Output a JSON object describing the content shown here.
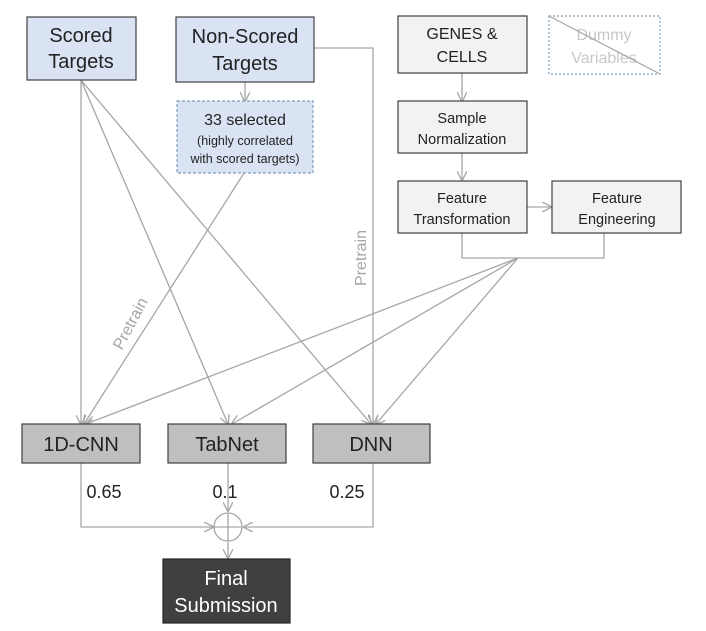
{
  "nodes": {
    "scored_targets": {
      "line1": "Scored",
      "line2": "Targets"
    },
    "nonscored_targets": {
      "line1": "Non-Scored",
      "line2": "Targets"
    },
    "selected": {
      "line1": "33 selected",
      "line2": "(highly correlated",
      "line3": "with scored targets)"
    },
    "genes_cells": {
      "line1": "GENES &",
      "line2": "CELLS"
    },
    "dummy": {
      "line1": "Dummy",
      "line2": "Variables"
    },
    "sample_norm": {
      "line1": "Sample",
      "line2": "Normalization"
    },
    "feat_transform": {
      "line1": "Feature",
      "line2": "Transformation"
    },
    "feat_engineering": {
      "line1": "Feature",
      "line2": "Engineering"
    },
    "cnn": {
      "label": "1D-CNN",
      "weight": "0.65"
    },
    "tabnet": {
      "label": "TabNet",
      "weight": "0.1"
    },
    "dnn": {
      "label": "DNN",
      "weight": "0.25"
    },
    "final": {
      "line1": "Final",
      "line2": "Submission"
    }
  },
  "edge_labels": {
    "pretrain_cnn": "Pretrain",
    "pretrain_dnn": "Pretrain"
  },
  "colors": {
    "target_fill": "#dae3f3",
    "feature_fill": "#f2f2f2",
    "model_fill": "#bfbfbf",
    "final_fill": "#404040",
    "edge": "#a6a6a6",
    "text": "#222222"
  }
}
